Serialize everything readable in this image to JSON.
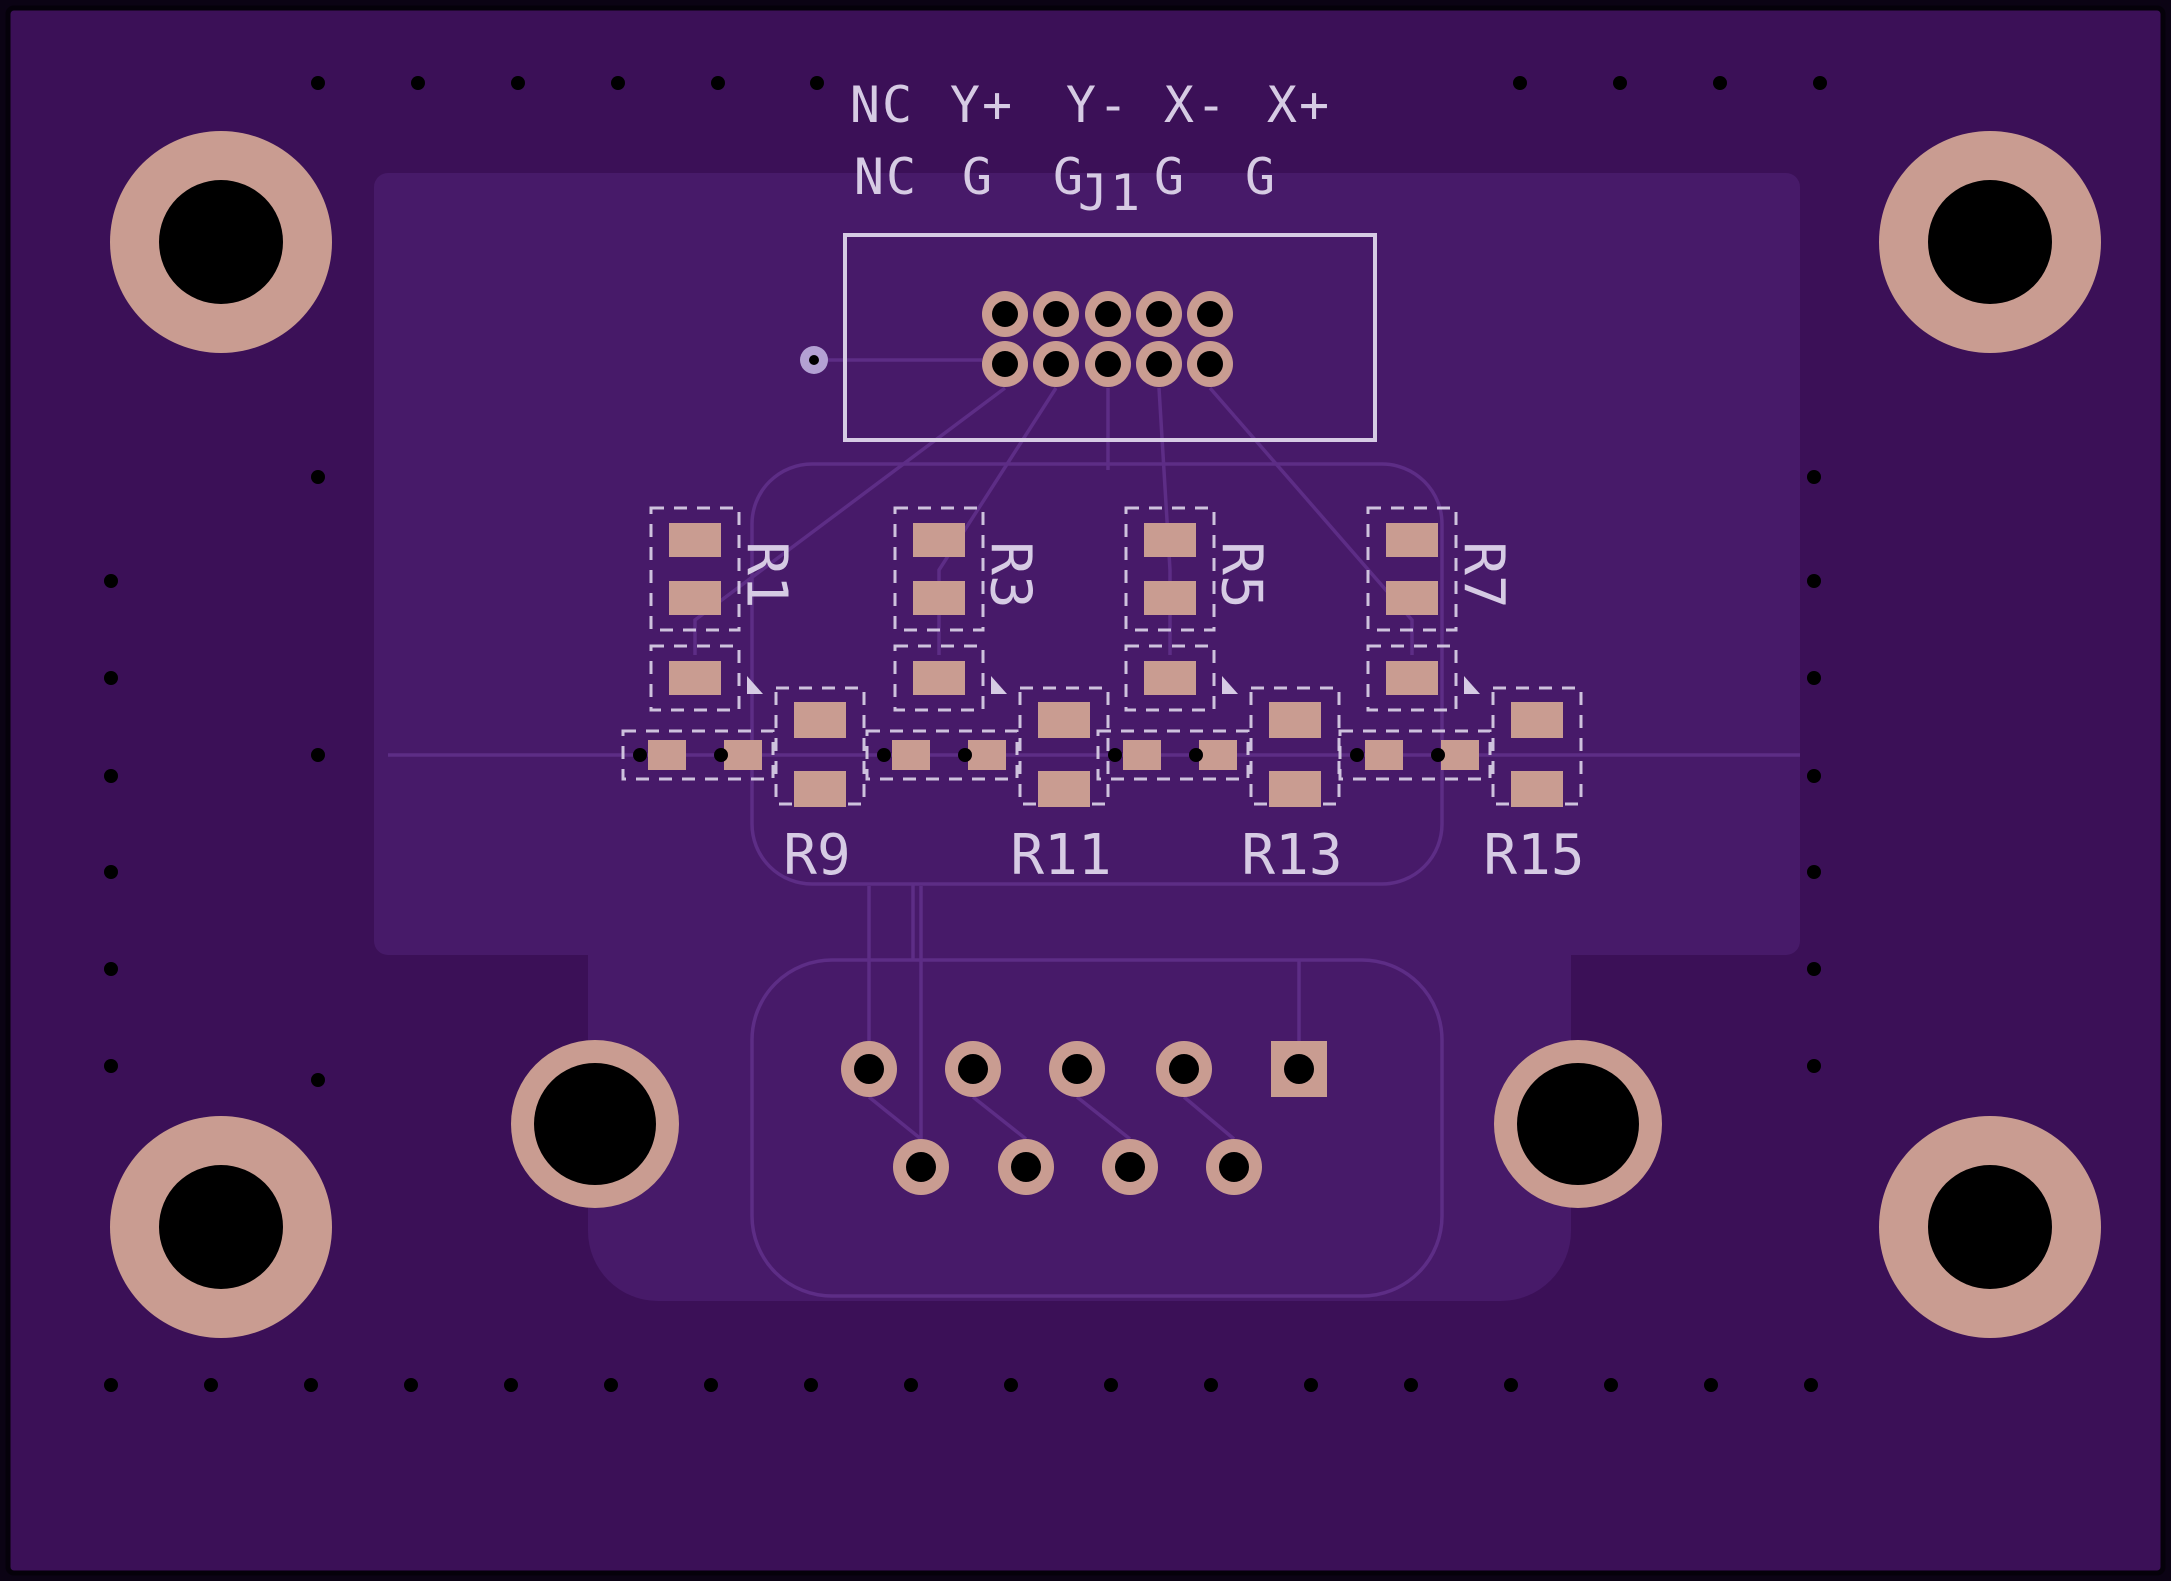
{
  "colors": {
    "edge": "#0b0314",
    "board": "#3b1057",
    "pour": "#471a69",
    "copper": "#c99c91",
    "silk": "#d6cbe4",
    "trace": "#5d2d86",
    "hole": "#000000",
    "via-ring": "#b3a1d3"
  },
  "connector": {
    "ref": "J1",
    "pin_labels_top": [
      "NC",
      "Y+",
      "Y-",
      "X-",
      "X+"
    ],
    "pin_labels_bottom": [
      "NC",
      "G",
      "G",
      "G",
      "G"
    ]
  },
  "resistors": {
    "top_refs": [
      "R1",
      "R3",
      "R5",
      "R7"
    ],
    "bottom_refs": [
      "R9",
      "R11",
      "R13",
      "R15"
    ]
  }
}
